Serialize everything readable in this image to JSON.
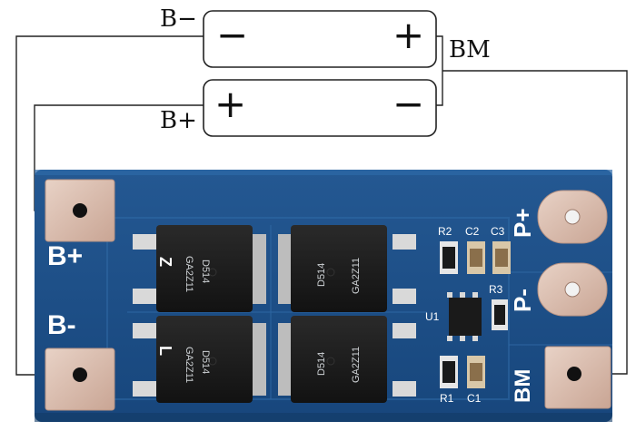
{
  "diagram": {
    "battery_top": {
      "neg_sign": "−",
      "pos_sign": "+",
      "label": "B−"
    },
    "battery_bottom": {
      "pos_sign": "+",
      "neg_sign": "−",
      "label": "B+"
    },
    "bm_label": "BM"
  },
  "board": {
    "silk_b_plus": "B+",
    "silk_b_minus": "B-",
    "silk_p_plus": "P+",
    "silk_p_minus": "P-",
    "silk_bm": "BM",
    "components": {
      "r2": "R2",
      "c2": "C2",
      "c3": "C3",
      "r3": "R3",
      "u1": "U1",
      "r1": "R1",
      "c1": "C1"
    },
    "mosfet_text": {
      "m1_a": "D514",
      "m1_b": "GA2Z11",
      "m2_a": "D514",
      "m2_b": "GA2Z11",
      "m3_a": "D514",
      "m3_b": "GA2Z11",
      "m4_a": "D514",
      "m4_b": "GA2Z11"
    },
    "side_marks": {
      "l1": "Z",
      "l2": "L"
    }
  },
  "colors": {
    "pcb_blue": "#1d4f86",
    "pcb_blue_dark": "#153e6c",
    "pad_metal": "#d8b8a8",
    "chip_black": "#1b1b1b",
    "silk_white": "#ffffff",
    "wire": "#222222"
  }
}
